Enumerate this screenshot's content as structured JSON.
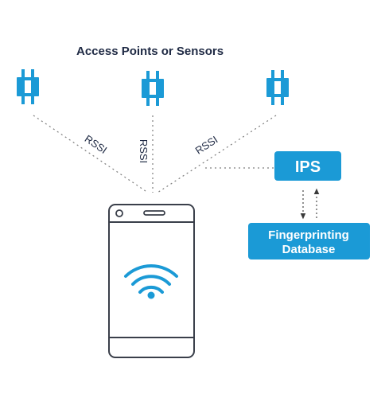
{
  "heading": "Access Points or Sensors",
  "rssi_labels": [
    "RSSI",
    "RSSI",
    "RSSI"
  ],
  "ips_box": {
    "label": "IPS"
  },
  "database_box": {
    "line1": "Fingerprinting",
    "line2": "Database"
  },
  "icons": {
    "access_point": "access-point-icon",
    "phone": "smartphone-icon",
    "wifi": "wifi-icon"
  },
  "colors": {
    "accent_blue": "#1b9ad6",
    "dark_text": "#1f2a44",
    "phone_outline": "#3a3f4a",
    "dotted_line": "#7d7d7d"
  }
}
